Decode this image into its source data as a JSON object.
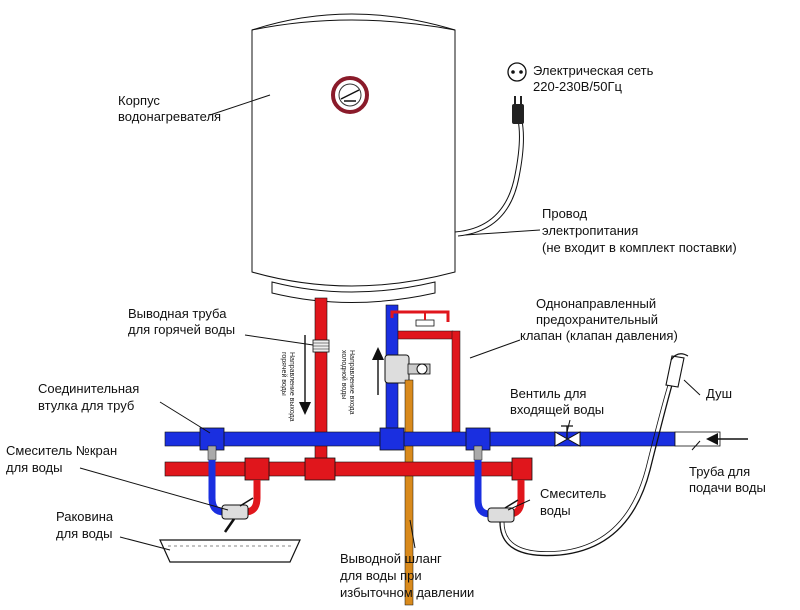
{
  "labels": {
    "heater_body": [
      "Корпус",
      "водонагревателя"
    ],
    "power_network": [
      "Электрическая сеть",
      "220-230В/50Гц"
    ],
    "power_cord": [
      "Провод",
      "электропитания",
      "(не входит в комплект поставки)"
    ],
    "hot_outlet_pipe": [
      "Выводная труба",
      "для горячей воды"
    ],
    "check_valve": [
      "Однонаправленный",
      "предохранительный",
      "клапан (клапан давления)"
    ],
    "pipe_coupling": [
      "Соединительная",
      "втулка для труб"
    ],
    "inlet_valve": [
      "Вентиль для",
      "входящей воды"
    ],
    "shower": [
      "Душ"
    ],
    "faucet_left": [
      "Смеситель №кран",
      "для воды"
    ],
    "supply_pipe": [
      "Труба для",
      "подачи воды"
    ],
    "sink": [
      "Раковина",
      "для воды"
    ],
    "faucet_right": [
      "Смеситель",
      "воды"
    ],
    "drain_hose": [
      "Выводной шланг",
      "для воды при",
      "избыточном давлении"
    ]
  },
  "vertical_labels": {
    "hot_direction": [
      "Направление выхода",
      "горячей воды"
    ],
    "cold_direction": [
      "Направление входа",
      "холодной воды"
    ]
  },
  "colors": {
    "hot_pipe": "#e0161c",
    "cold_pipe": "#1a2fe0",
    "drain_hose": "#d98a1c",
    "outline": "#111111"
  }
}
